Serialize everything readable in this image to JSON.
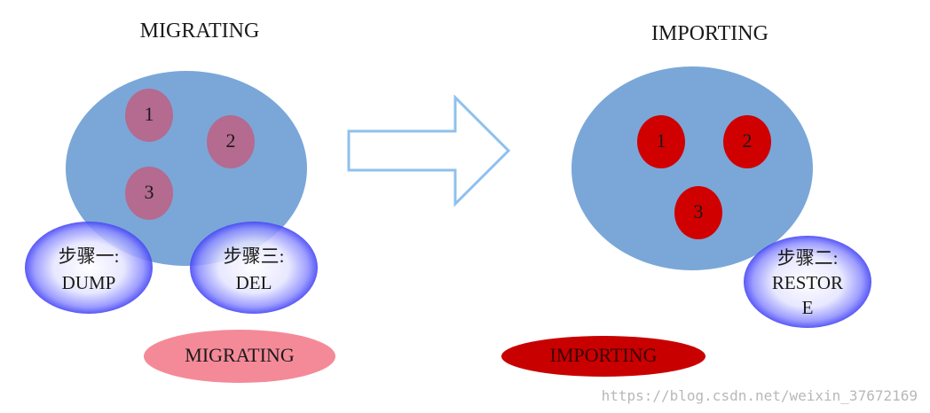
{
  "left_node": {
    "title": "MIGRATING",
    "slots": [
      "1",
      "2",
      "3"
    ],
    "steps": [
      {
        "line1": "步骤一:",
        "line2": "DUMP"
      },
      {
        "line1": "步骤三:",
        "line2": "DEL"
      }
    ]
  },
  "right_node": {
    "title": "IMPORTING",
    "slots": [
      "1",
      "2",
      "3"
    ],
    "steps": [
      {
        "line1": "步骤二:",
        "line2": "RESTOR",
        "line3": "E"
      }
    ]
  },
  "legend": {
    "migrating": "MIGRATING",
    "importing": "IMPORTING"
  },
  "watermark": "https://blog.csdn.net/weixin_37672169",
  "colors": {
    "node_fill": "#7aa7d8",
    "migrating_slot": "#b56a8f",
    "importing_slot": "#d00000",
    "step_bubble_edge": "#5b5bff",
    "arrow_stroke": "#8fc0ee",
    "legend_migrating": "#f48a98",
    "legend_importing": "#c80000"
  }
}
